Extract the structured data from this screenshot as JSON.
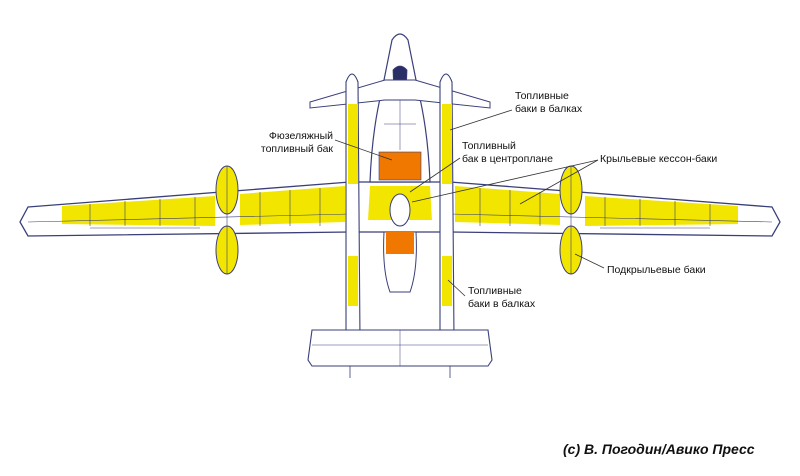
{
  "colors": {
    "fuel_yellow": "#f2e600",
    "fuselage_tank_orange": "#f07800",
    "outline": "#3a3f7a",
    "background": "#ffffff"
  },
  "labels": {
    "fuselage_tank": "Фюзеляжный\nтопливный бак",
    "boom_tanks_top": "Топливные\nбаки в балках",
    "center_wing_tank": "Топливный\nбак в центроплане",
    "wing_box_tanks": "Крыльевые кессон-баки",
    "underwing_tanks": "Подкрыльевые баки",
    "boom_tanks_bottom": "Топливные\nбаки в балках"
  },
  "credit": "(c) В. Погодин/Авико Пресс"
}
